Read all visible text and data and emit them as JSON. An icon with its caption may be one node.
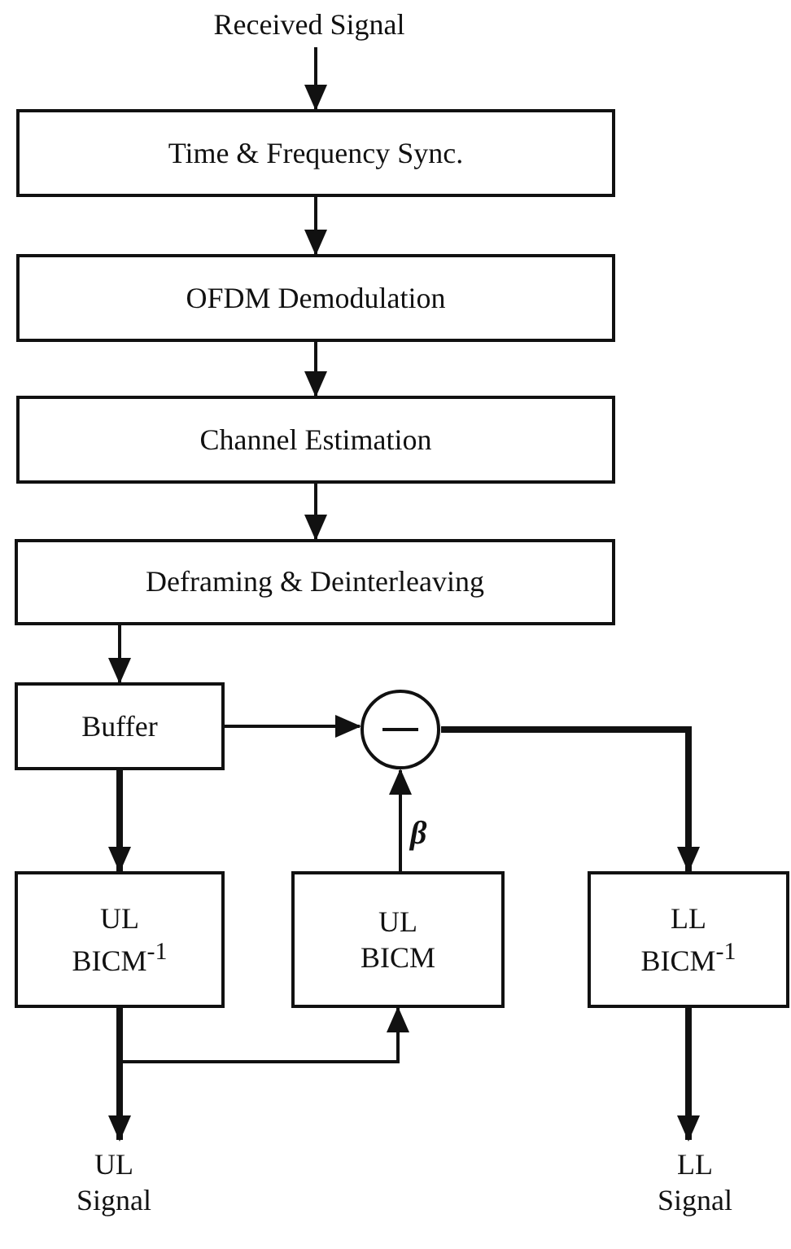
{
  "diagram": {
    "nodes": [
      {
        "text": [
          "Received Signal"
        ]
      },
      {
        "text": [
          "Time & Frequency Sync."
        ]
      },
      {
        "text": [
          "OFDM Demodulation"
        ]
      },
      {
        "text": [
          "Channel Estimation"
        ]
      },
      {
        "text": [
          "Deframing & Deinterleaving"
        ]
      },
      {
        "text": [
          "Buffer"
        ]
      },
      {
        "text": [],
        "shape": "circle"
      },
      {
        "text": [
          "UL BICM$^{-1}$"
        ]
      },
      {
        "text": [
          "UL BICM"
        ]
      },
      {
        "text": [
          "LL BICM$^{-1}$"
        ]
      },
      {
        "text": [
          "UL Signal"
        ]
      },
      {
        "text": [
          "LL Signal"
        ]
      }
    ],
    "edges": [
      {
        "from": 0,
        "to": 1,
        "arrow": "to"
      },
      {
        "from": 1,
        "to": 2,
        "arrow": "to"
      },
      {
        "from": 2,
        "to": 3,
        "arrow": "to"
      },
      {
        "from": 3,
        "to": 4,
        "arrow": "to"
      },
      {
        "from": 4,
        "to": 5,
        "arrow": "to"
      },
      {
        "from": 5,
        "to": 6,
        "arrow": "to"
      },
      {
        "from": 5,
        "to": 7,
        "arrow": "to",
        "style": "thick"
      },
      {
        "from": 8,
        "to": 6,
        "arrow": "to",
        "label": "β"
      },
      {
        "from": 6,
        "to": 9,
        "arrow": "to",
        "style": "thick"
      },
      {
        "from": 7,
        "to": 10,
        "arrow": "to",
        "style": "thick"
      },
      {
        "from": 7,
        "to": 8,
        "arrow": "to"
      },
      {
        "from": 9,
        "to": 11,
        "arrow": "to",
        "style": "thick"
      }
    ]
  }
}
